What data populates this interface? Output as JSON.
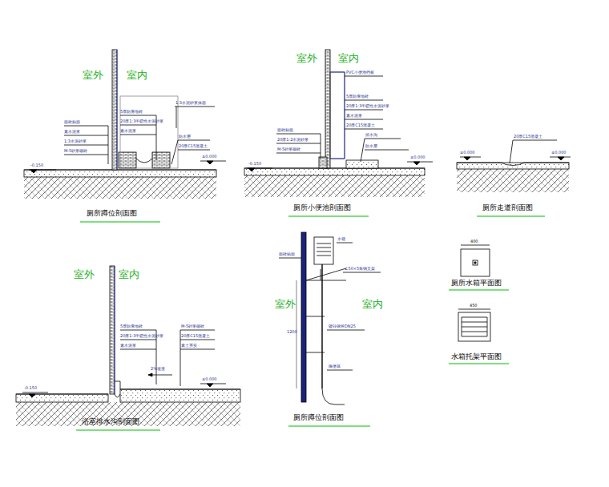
{
  "diagram": {
    "labels": [
      "室外",
      "室内",
      "厕所蹲位剖面图",
      "室外",
      "室内",
      "厕所小便池剖面图",
      "厕所走道剖面图",
      "室外",
      "室内",
      "浴室排水沟剖面图",
      "室外",
      "室内",
      "厕所蹲位剖面图",
      "厕所水箱平面图",
      "水箱托架平面图",
      "-0.150",
      "±0.000",
      "-0.150",
      "±0.000",
      "±0.000",
      "±0.000",
      "-0.150",
      "±0.000",
      "面砖贴面",
      "素水泥浆",
      "1:3水泥砂浆",
      "M-5砂浆砌砖",
      "5厚防滑地砖",
      "20厚1:3干硬性水泥砂浆",
      "素水泥浆",
      "1:3水泥砂浆抹面",
      "防水层",
      "20厚C15混凝土",
      "PVC小便池挡板",
      "5厚防滑地砖",
      "20厚1:3干硬性水泥砂浆",
      "素水泥浆",
      "20厚C15混凝土",
      "面砖贴面",
      "20厚1:2水泥砂浆",
      "M-5砂浆砌砖",
      "排水沟",
      "防水层",
      "20厚C15混凝土",
      "5厚防滑地砖",
      "20厚1:3干硬性水泥砂浆",
      "素水泥浆",
      "M-5砂浆砌砖",
      "20厚C15混凝土",
      "素土夯实",
      "2%坡度",
      "水箱",
      "面砖贴面",
      "∠50×5角钢支架",
      "镀锌钢管DN25",
      "蹲便器",
      "1200",
      "400",
      "450"
    ]
  }
}
